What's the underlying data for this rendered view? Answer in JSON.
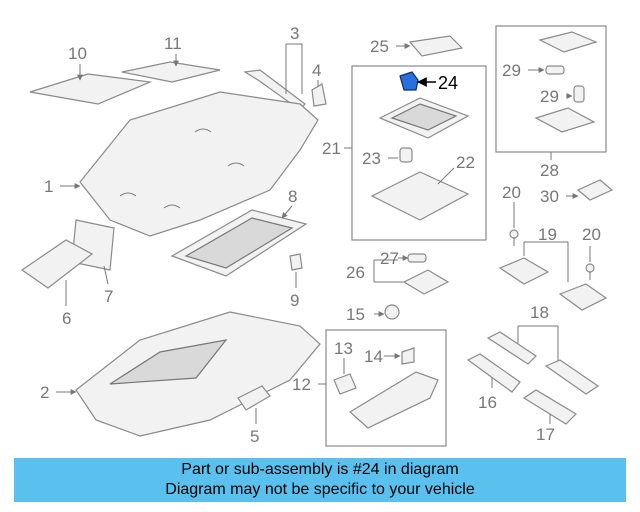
{
  "labels": {
    "p1": "1",
    "p2": "2",
    "p3": "3",
    "p4": "4",
    "p5": "5",
    "p6": "6",
    "p7": "7",
    "p8": "8",
    "p9": "9",
    "p10": "10",
    "p11": "11",
    "p12": "12",
    "p13": "13",
    "p14": "14",
    "p15": "15",
    "p16": "16",
    "p17": "17",
    "p18": "18",
    "p19": "19",
    "p20a": "20",
    "p20b": "20",
    "p21": "21",
    "p22": "22",
    "p23": "23",
    "p24": "24",
    "p25": "25",
    "p26": "26",
    "p27": "27",
    "p28": "28",
    "p29a": "29",
    "p29b": "29",
    "p30": "30"
  },
  "banner": {
    "line1": "Part or sub-assembly is #24 in diagram",
    "line2": "Diagram may not be specific to your vehicle"
  },
  "colors": {
    "banner_bg": "#5ac1ef",
    "label": "#777777",
    "highlight_label": "#000000",
    "highlight_part": "#2a6fdb"
  }
}
